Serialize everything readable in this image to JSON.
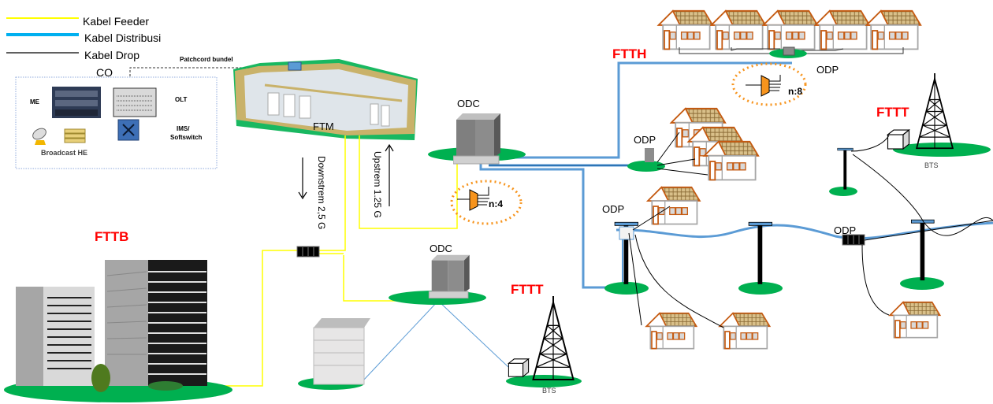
{
  "legend": {
    "items": [
      {
        "label": "Kabel Feeder",
        "color": "#ffff00"
      },
      {
        "label": "Kabel  Distribusi",
        "color": "#00b0f0"
      },
      {
        "label": "Kabel Drop",
        "color": "#000000"
      }
    ]
  },
  "co": {
    "title": "CO",
    "patchcord": "Patchcord  bundel",
    "me": "ME",
    "olt": "OLT",
    "ims1": "IMS/",
    "ims2": "Softswitch",
    "broadcast": "Broadcast HE"
  },
  "ftm": {
    "label": "FTM"
  },
  "links": {
    "downstream": "Downstrem 2,5 G",
    "upstream": "Upstrem 1.25 G"
  },
  "nodes": {
    "odc_top": "ODC",
    "odc_bottom": "ODC",
    "odp_top": "ODP",
    "odp_mid": "ODP",
    "odp_pole_left": "ODP",
    "odp_pole_right": "ODP",
    "splitter_odc": "n:4",
    "splitter_odp": "n:8",
    "bts_right": "BTS",
    "bts_bottom": "BTS"
  },
  "segments": {
    "ftth": "FTTH",
    "fttt_right": "FTTT",
    "fttt_bottom": "FTTT",
    "fttb": "FTTB"
  },
  "colors": {
    "feeder": "#ffff00",
    "distribution": "#5b9bd5",
    "drop": "#000000",
    "segment_label": "#ff0000",
    "splitter": "#f7941d",
    "ground": "#00b050"
  }
}
